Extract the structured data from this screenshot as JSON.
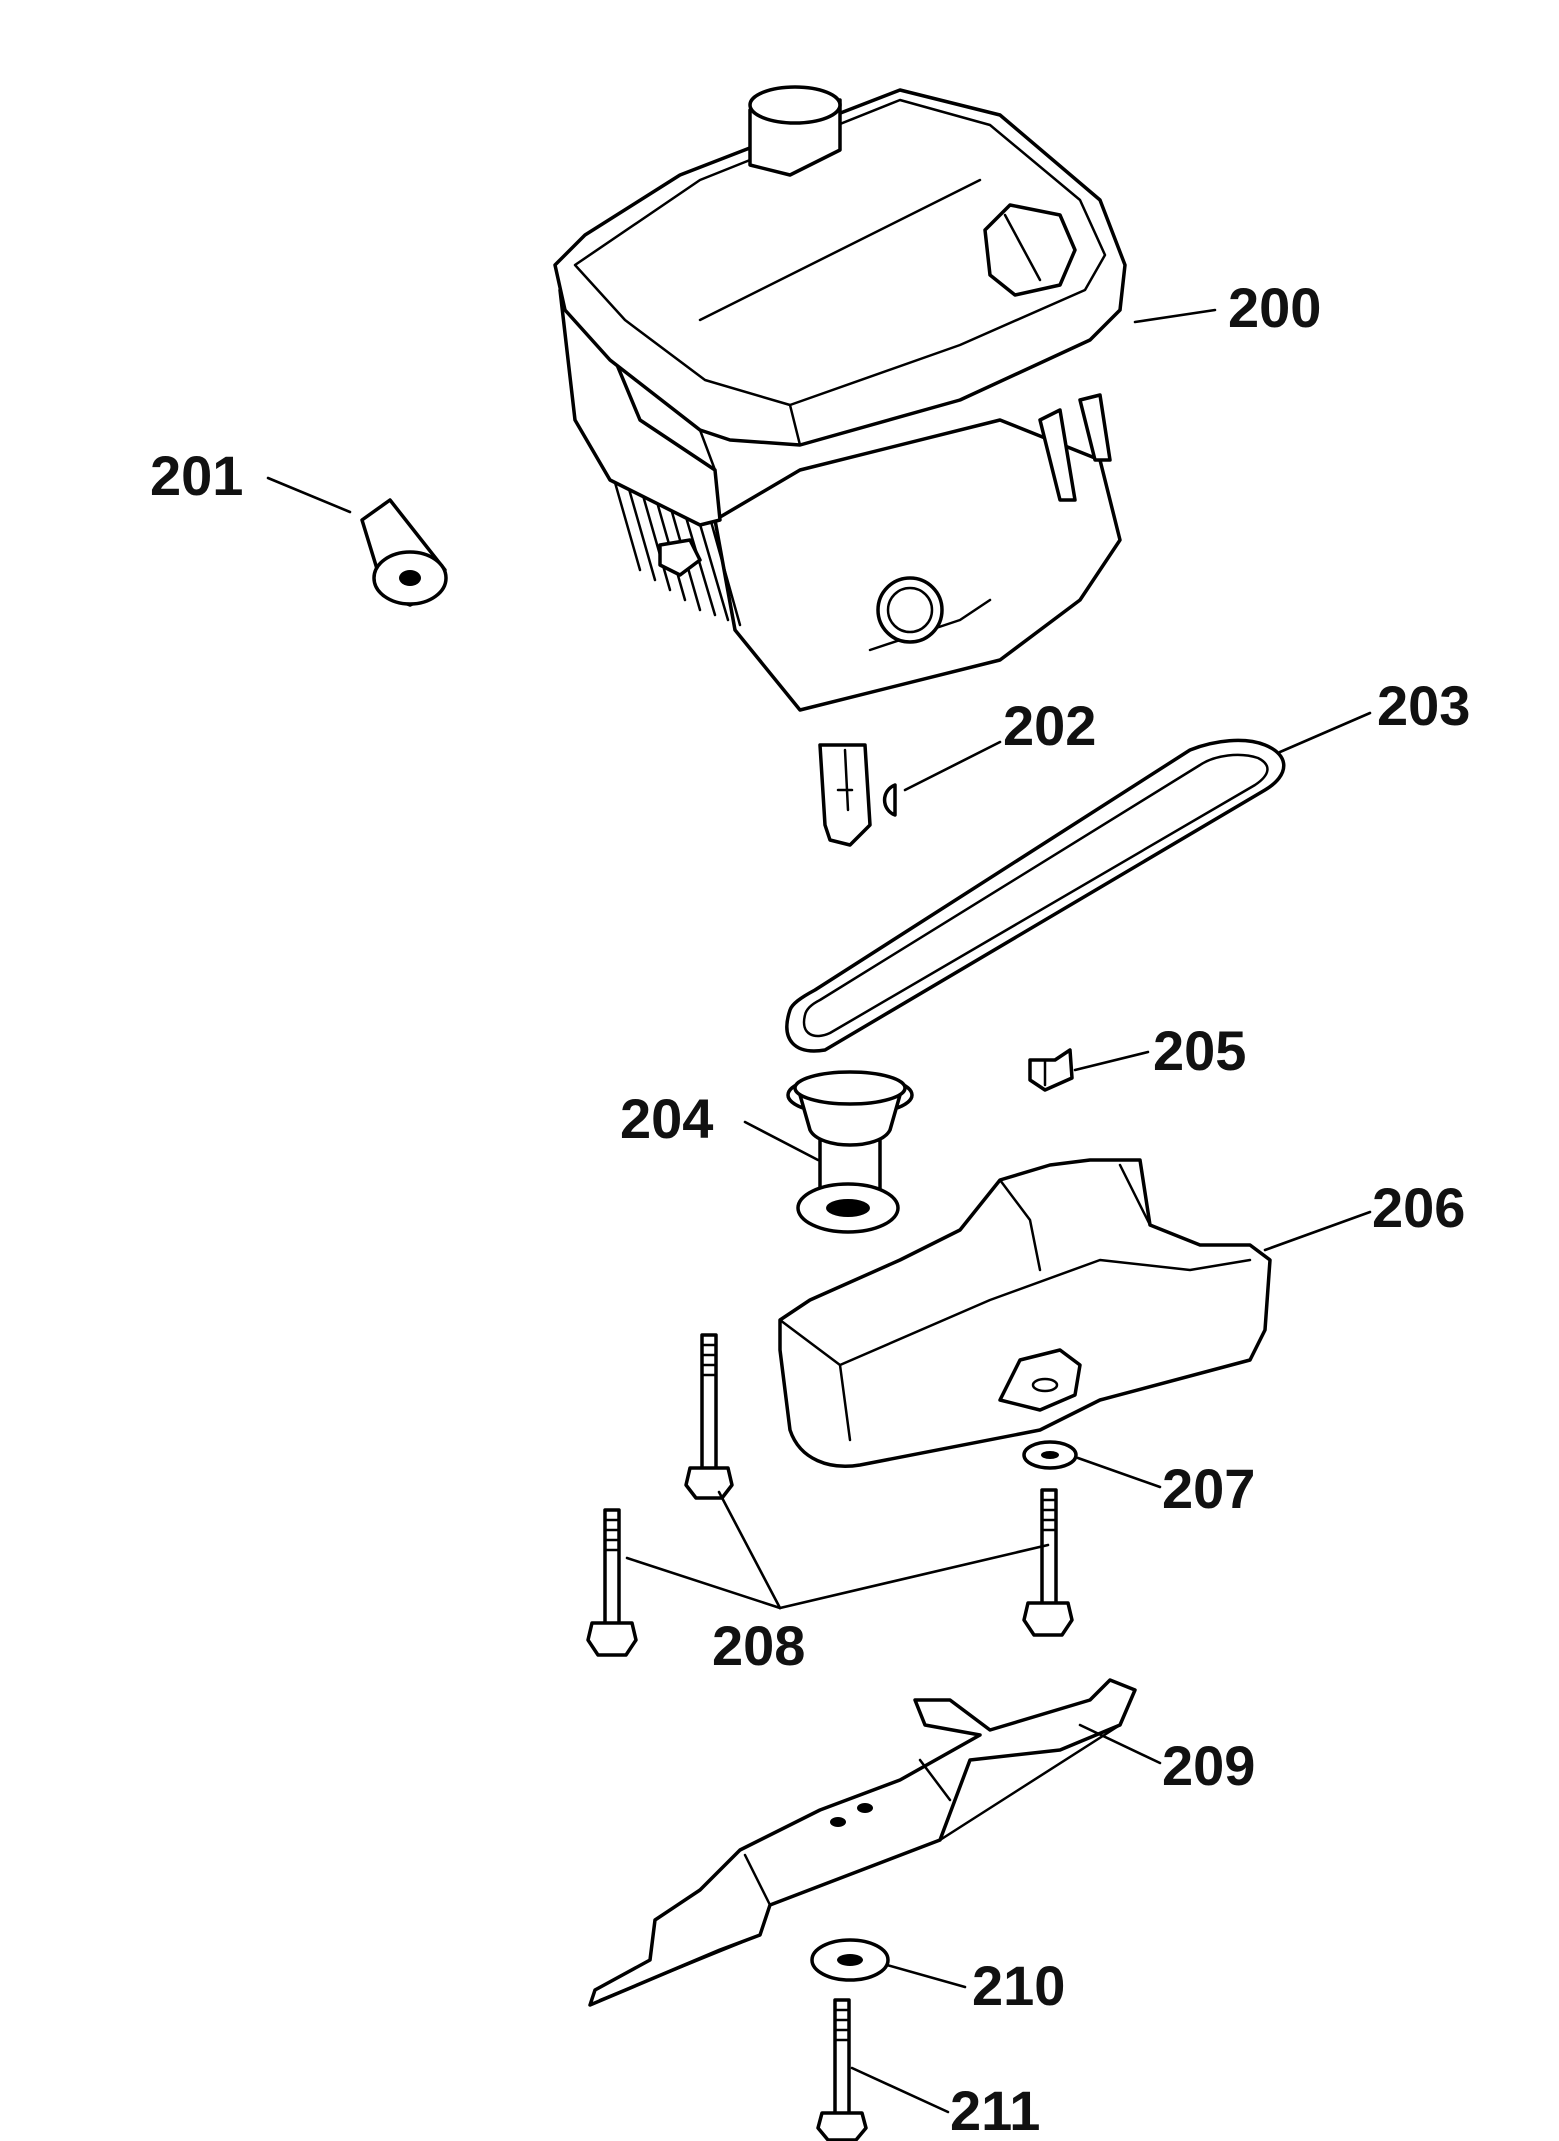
{
  "callouts": {
    "c200": "200",
    "c201": "201",
    "c202": "202",
    "c203": "203",
    "c204": "204",
    "c205": "205",
    "c206": "206",
    "c207": "207",
    "c208": "208",
    "c209": "209",
    "c210": "210",
    "c211": "211"
  }
}
